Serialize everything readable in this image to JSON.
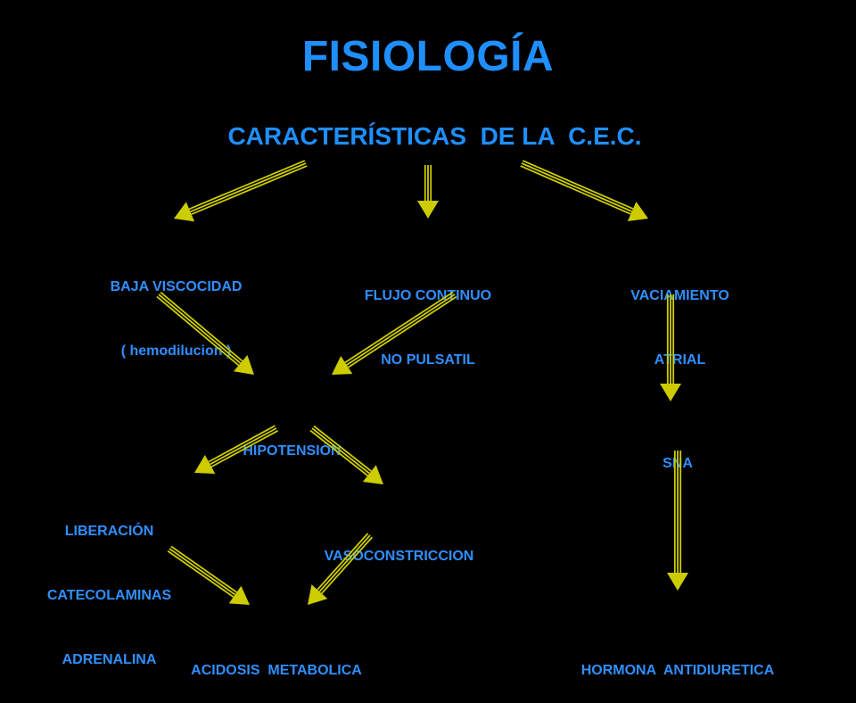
{
  "title": "FISIOLOGÍA",
  "subtitle": "CARACTERÍSTICAS  DE LA  C.E.C.",
  "nodes": {
    "baja_viscocidad": [
      "BAJA VISCOCIDAD",
      "( hemodilucion )"
    ],
    "flujo_continuo": [
      "FLUJO CONTINUO",
      "NO PULSATIL"
    ],
    "vaciamiento_atrial": [
      "VACIAMIENTO",
      "ATRIAL"
    ],
    "hipotension": [
      "HIPOTENSIÓN"
    ],
    "sna": [
      "SNA"
    ],
    "liberacion": [
      "LIBERACIÓN",
      "CATECOLAMINAS",
      "ADRENALINA"
    ],
    "vasoconstriccion": [
      "VASOCONSTRICCION"
    ],
    "acidosis": [
      "ACIDOSIS  METABOLICA"
    ],
    "hormona": [
      "HORMONA  ANTIDIURETICA"
    ]
  },
  "colors": {
    "background": "#000000",
    "title": "#1f8fff",
    "node_text": "#2f8fff",
    "arrow": "#cccc00"
  }
}
